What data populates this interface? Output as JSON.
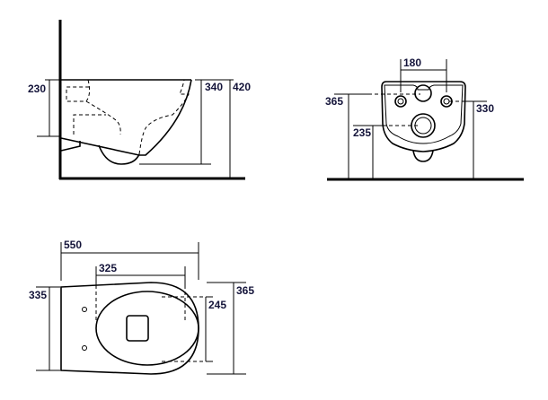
{
  "side_view": {
    "dims": {
      "seat_height": "230",
      "bowl_height": "340",
      "total_height": "420"
    }
  },
  "front_view": {
    "dims": {
      "bolt_spacing": "180",
      "bolt_height": "365",
      "inlet_height": "330",
      "outlet_height": "235"
    }
  },
  "top_view": {
    "dims": {
      "length": "550",
      "seat_length": "325",
      "back_width": "335",
      "seat_width": "245",
      "total_width": "365"
    }
  }
}
